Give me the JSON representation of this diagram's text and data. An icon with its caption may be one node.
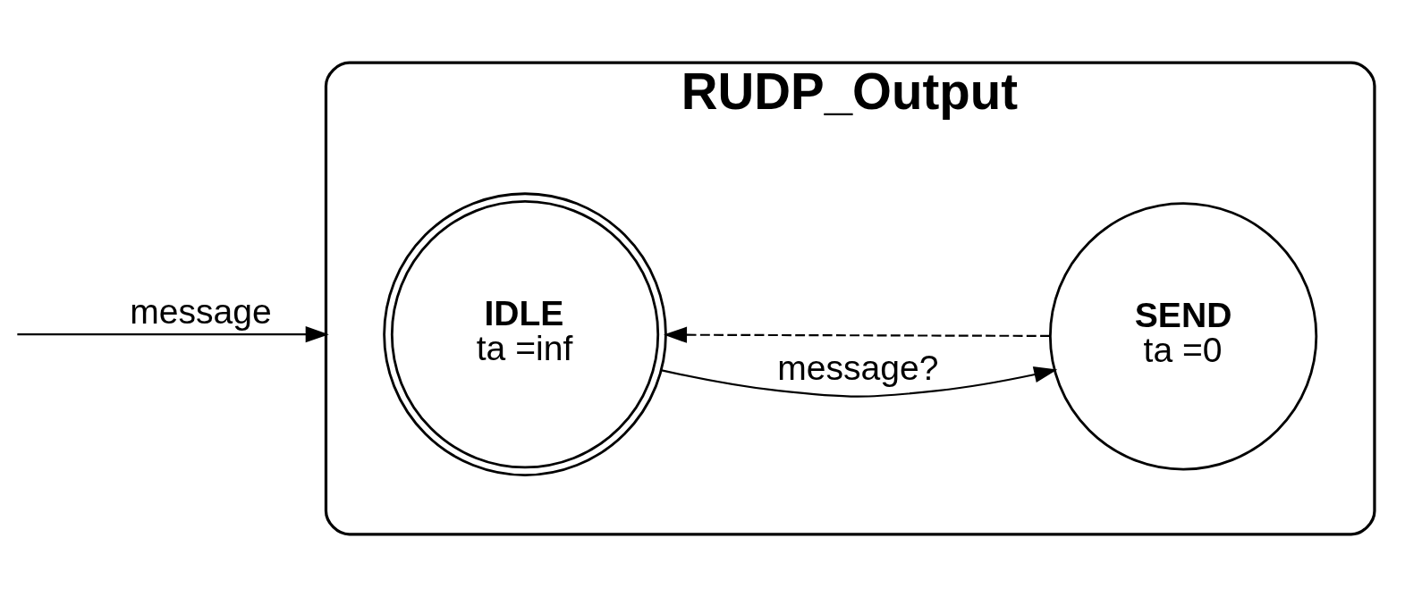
{
  "diagram": {
    "nodes": [
      {
        "text": [
          "RUDP_Output"
        ]
      },
      {
        "text": [
          "IDLE",
          "ta =inf"
        ],
        "in": 0
      },
      {
        "text": [
          "SEND",
          "ta =0"
        ],
        "in": 0
      }
    ],
    "edges": [
      {
        "from": null,
        "to": 0,
        "arrow": "to",
        "label": "message"
      },
      {
        "from": 1,
        "to": 2,
        "arrow": "to",
        "label": "message?"
      },
      {
        "from": 2,
        "to": 1,
        "arrow": "to",
        "style": "dashed"
      }
    ]
  }
}
